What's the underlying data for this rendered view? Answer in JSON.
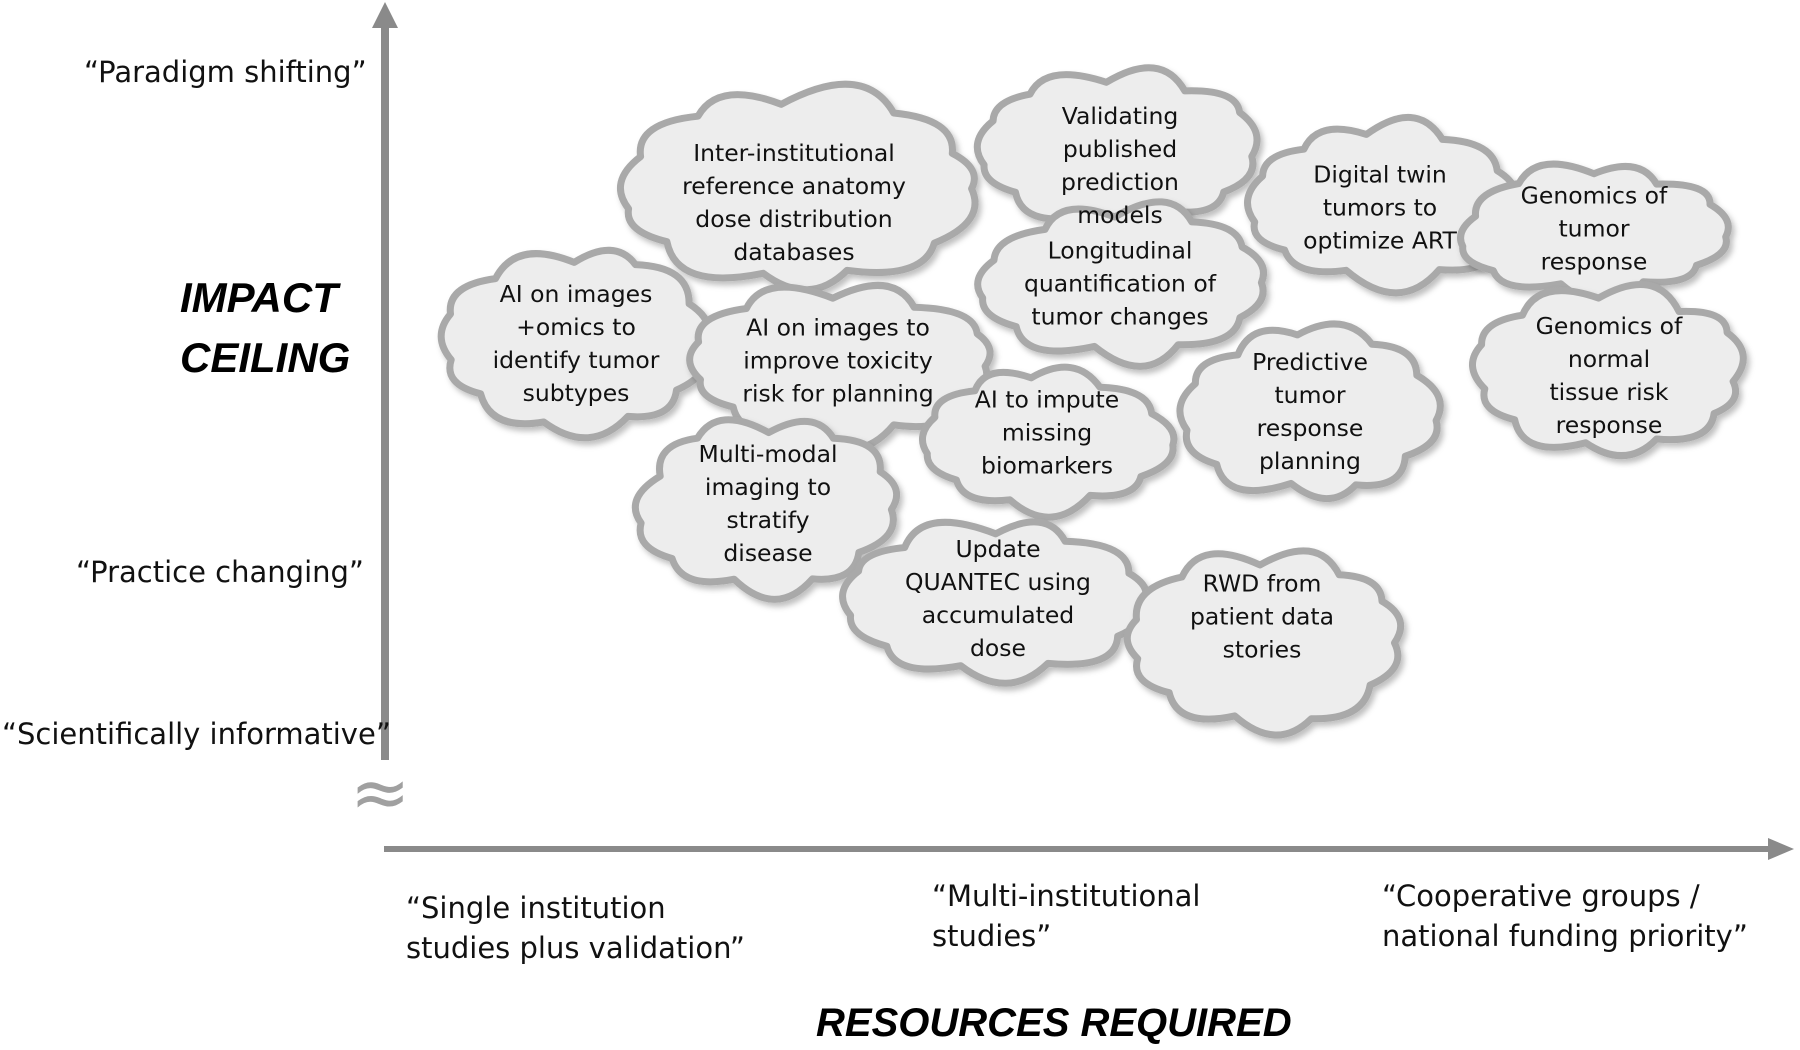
{
  "axes": {
    "y_title_lines": [
      "IMPACT",
      "CEILING"
    ],
    "x_title": "RESOURCES REQUIRED",
    "break_symbol": "≈",
    "y_levels": [
      "“Paradigm shifting”",
      "“Practice changing”",
      "“Scientifically informative”"
    ],
    "x_levels": [
      [
        "“Single institution",
        "studies plus validation”"
      ],
      [
        "“Multi-institutional",
        "studies”"
      ],
      [
        "“Cooperative groups /",
        "national funding priority”"
      ]
    ]
  },
  "clouds": [
    {
      "id": "inter-institutional",
      "lines": [
        "Inter-institutional",
        "reference anatomy",
        "dose distribution",
        "databases"
      ]
    },
    {
      "id": "validating-models",
      "lines": [
        "Validating",
        "published",
        "prediction",
        "models"
      ]
    },
    {
      "id": "digital-twin",
      "lines": [
        "Digital twin",
        "tumors to",
        "optimize ART"
      ]
    },
    {
      "id": "genomics-tumor",
      "lines": [
        "Genomics of",
        "tumor",
        "response"
      ]
    },
    {
      "id": "ai-omics",
      "lines": [
        "AI on images",
        "+omics to",
        "identify tumor",
        "subtypes"
      ]
    },
    {
      "id": "ai-toxicity",
      "lines": [
        "AI on images to",
        "improve toxicity",
        "risk for planning"
      ]
    },
    {
      "id": "longitudinal",
      "lines": [
        "Longitudinal",
        "quantification of",
        "tumor changes"
      ]
    },
    {
      "id": "genomics-normal",
      "lines": [
        "Genomics of",
        "normal",
        "tissue risk",
        "response"
      ]
    },
    {
      "id": "predictive-tumor",
      "lines": [
        "Predictive",
        "tumor",
        "response",
        "planning"
      ]
    },
    {
      "id": "ai-impute",
      "lines": [
        "AI to impute",
        "missing",
        "biomarkers"
      ]
    },
    {
      "id": "multi-modal",
      "lines": [
        "Multi-modal",
        "imaging to",
        "stratify",
        "disease"
      ]
    },
    {
      "id": "quantec",
      "lines": [
        "Update",
        "QUANTEC using",
        "accumulated",
        "dose"
      ]
    },
    {
      "id": "rwd",
      "lines": [
        "RWD from",
        "patient data",
        "stories"
      ]
    }
  ]
}
